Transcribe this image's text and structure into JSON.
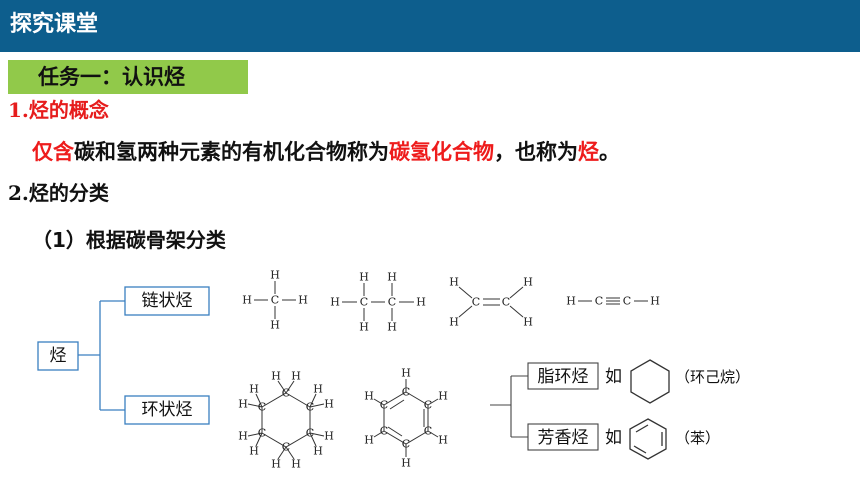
{
  "header": {
    "title": "探究课堂"
  },
  "task": {
    "label": "任务一：认识烃"
  },
  "section1": {
    "num": "1.",
    "title": "烃的概念"
  },
  "definition": {
    "part1": "仅含",
    "part2": "碳和氢两种元素的有机化合物称为",
    "part3": "碳氢化合物",
    "part4": "，也称为",
    "part5": "烃",
    "part6": "。"
  },
  "section2": {
    "num": "2.",
    "title": "烃的分类"
  },
  "subsection": {
    "title": "（1）根据碳骨架分类"
  },
  "tree": {
    "root": "烃",
    "chain": "链状烃",
    "ring": "环状烃",
    "alicyclic": "脂环烃",
    "aromatic": "芳香烃",
    "ru1": "如",
    "ru2": "如",
    "example1": "（环己烷）",
    "example2": "（苯）"
  },
  "atoms": {
    "H": "H",
    "C": "C"
  },
  "colors": {
    "header": "#0d5e8d",
    "task": "#91c94a",
    "emphasis": "#ee1c1c"
  }
}
